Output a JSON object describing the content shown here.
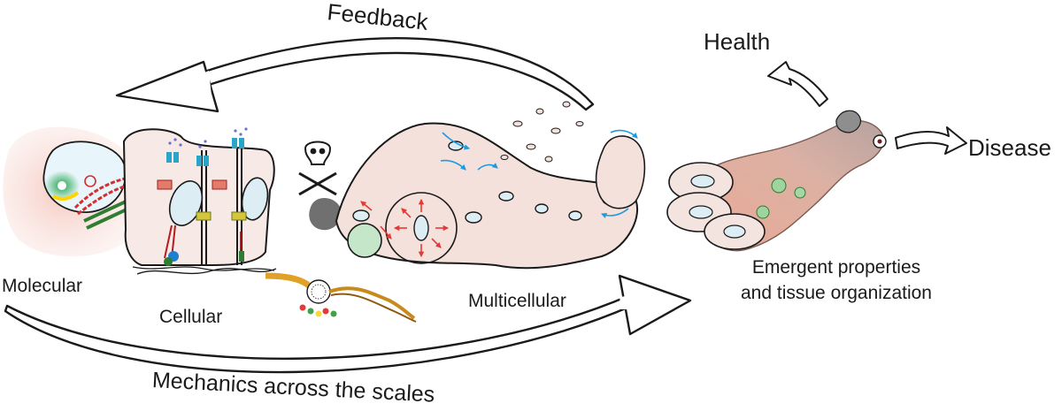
{
  "labels": {
    "feedback": "Feedback",
    "health": "Health",
    "disease": "Disease",
    "molecular": "Molecular",
    "cellular": "Cellular",
    "multicellular": "Multicellular",
    "emergent_line1": "Emergent properties",
    "emergent_line2": "and tissue organization",
    "mechanics": "Mechanics across the scales"
  },
  "colors": {
    "outline": "#1a1a1a",
    "cell_fill": "#f3e4df",
    "nucleus_fill": "#d8ecf5",
    "tissue_fill": "#e7b9a7",
    "force_arrows": "#e53935",
    "flow_arrows": "#1e9be0",
    "dead_cell": "#707070",
    "membrane_receptor": "#2aa5c8",
    "adhesion": "#c0392b"
  },
  "icons": [
    "skull-icon",
    "crossbones-icon"
  ]
}
